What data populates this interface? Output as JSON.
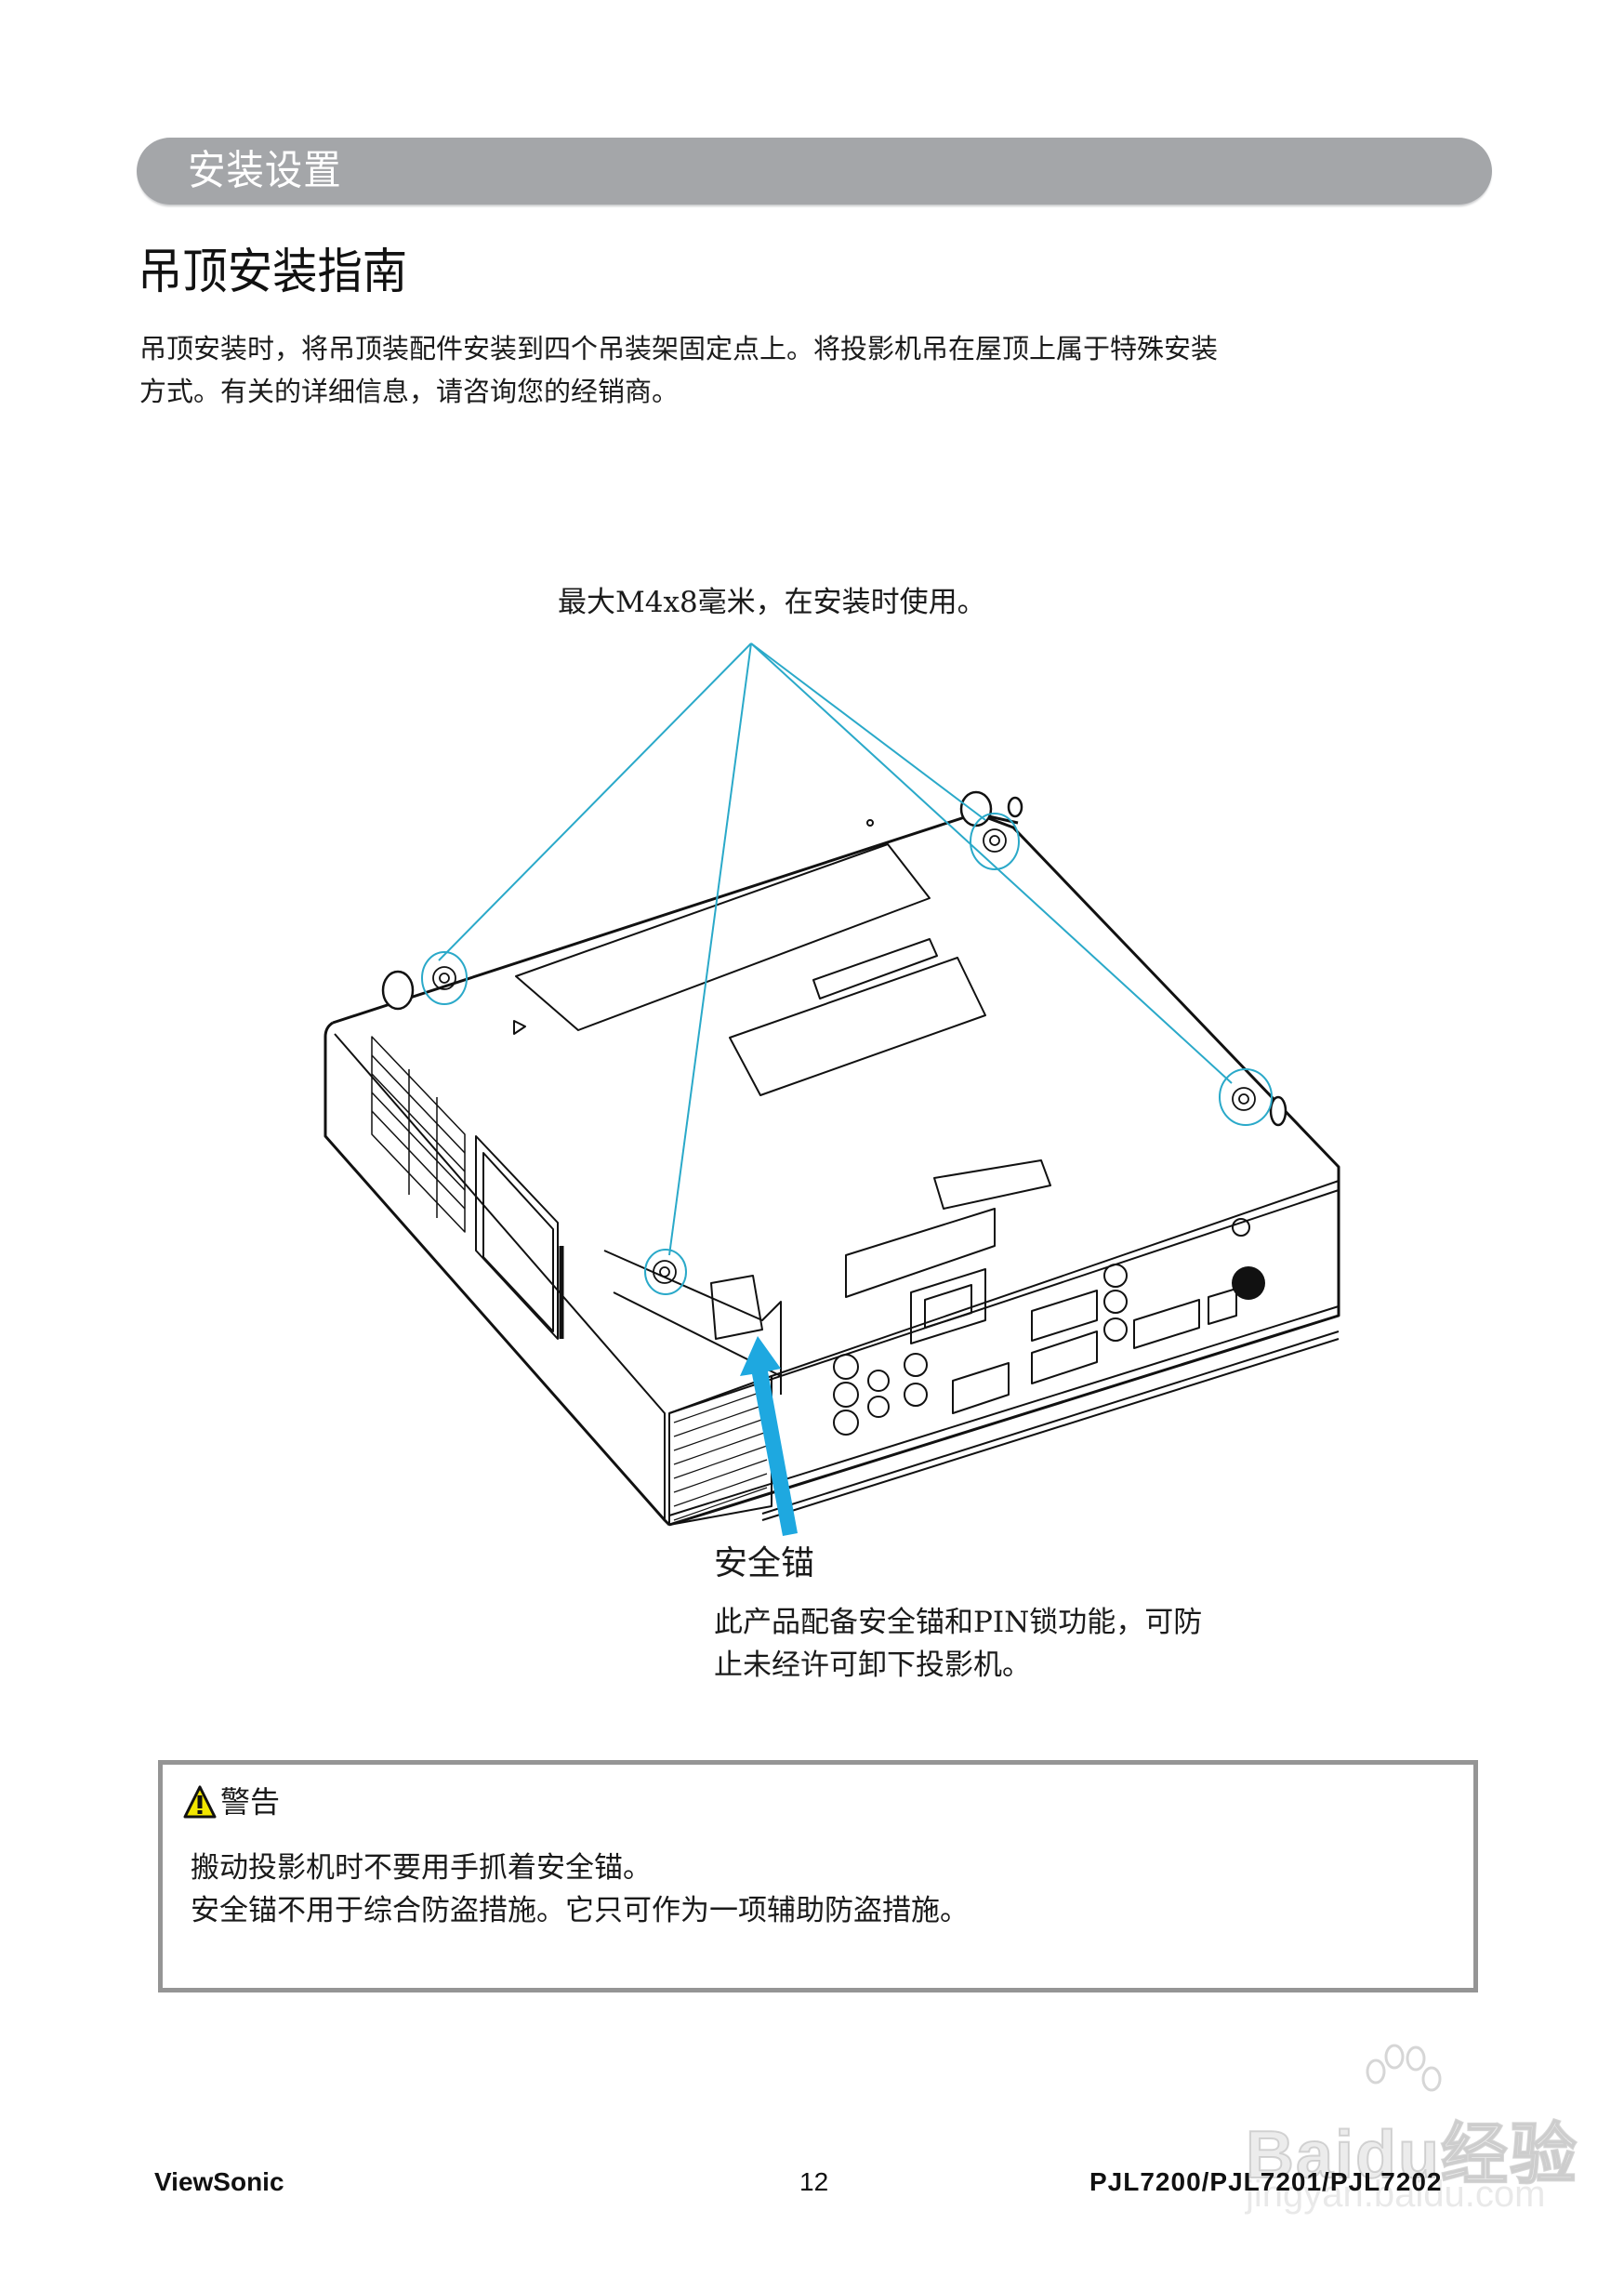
{
  "section": {
    "title": "安装设置",
    "bar_color": "#a4a6a9"
  },
  "page_title": "吊顶安装指南",
  "intro": {
    "lines": [
      "吊顶安装时，将吊顶装配件安装到四个吊装架固定点上。将投影机吊在屋顶上属于特殊安装",
      "方式。有关的详细信息，请咨询您的经销商。"
    ]
  },
  "diagram": {
    "caption": "最大M4x8毫米，在安装时使用。",
    "callout_color": "#2aa9c9",
    "arrow_color": "#1ea8e0",
    "illustration": "projector-bottom-view",
    "mount_points_count": 4
  },
  "security_anchor": {
    "label": "安全锚",
    "description_lines": [
      "此产品配备安全锚和PIN锁功能，可防",
      "止未经许可卸下投影机。"
    ]
  },
  "warning": {
    "icon": "warning-triangle-icon",
    "title": "警告",
    "lines": [
      "搬动投影机时不要用手抓着安全锚。",
      "安全锚不用于综合防盗措施。它只可作为一项辅助防盗措施。"
    ],
    "border_color": "#959595"
  },
  "footer": {
    "brand": "ViewSonic",
    "page_number": "12",
    "models": "PJL7200/PJL7201/PJL7202"
  },
  "watermark": {
    "text": "Baidu经验",
    "url": "jingyan.baidu.com"
  }
}
